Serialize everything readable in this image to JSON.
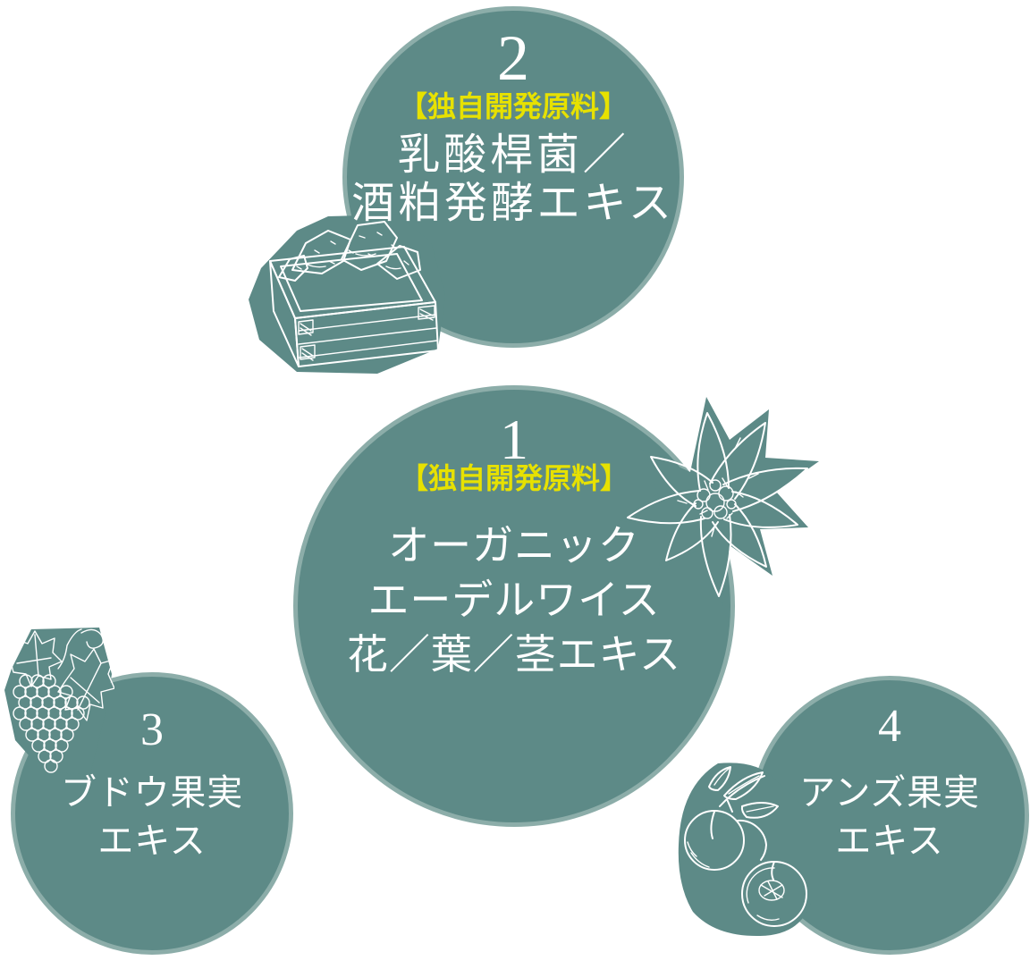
{
  "diagram": {
    "description": "Four teal circles connected in a triangle showing skincare ingredients",
    "palette": {
      "circle_fill": "#5d8a87",
      "circle_rim": "#8cada9",
      "badge_yellow": "#e7e100",
      "text_white": "#ffffff",
      "connector_line": "#ffffff",
      "background": "#ffffff"
    },
    "circles": [
      {
        "id": "edelweiss",
        "number": "1",
        "badge": "【独自開発原料】",
        "lines": [
          "オーガニック",
          "エーデルワイス",
          "花／葉／茎エキス"
        ],
        "icon": "edelweiss-flower-icon"
      },
      {
        "id": "sake-lees",
        "number": "2",
        "badge": "【独自開発原料】",
        "lines": [
          "乳酸桿菌／",
          "酒粕発酵エキス"
        ],
        "icon": "sake-lees-box-icon"
      },
      {
        "id": "grape",
        "number": "3",
        "badge": "",
        "lines": [
          "ブドウ果実",
          "エキス"
        ],
        "icon": "grapes-icon"
      },
      {
        "id": "apricot",
        "number": "4",
        "badge": "",
        "lines": [
          "アンズ果実",
          "エキス"
        ],
        "icon": "apricot-icon"
      }
    ]
  }
}
